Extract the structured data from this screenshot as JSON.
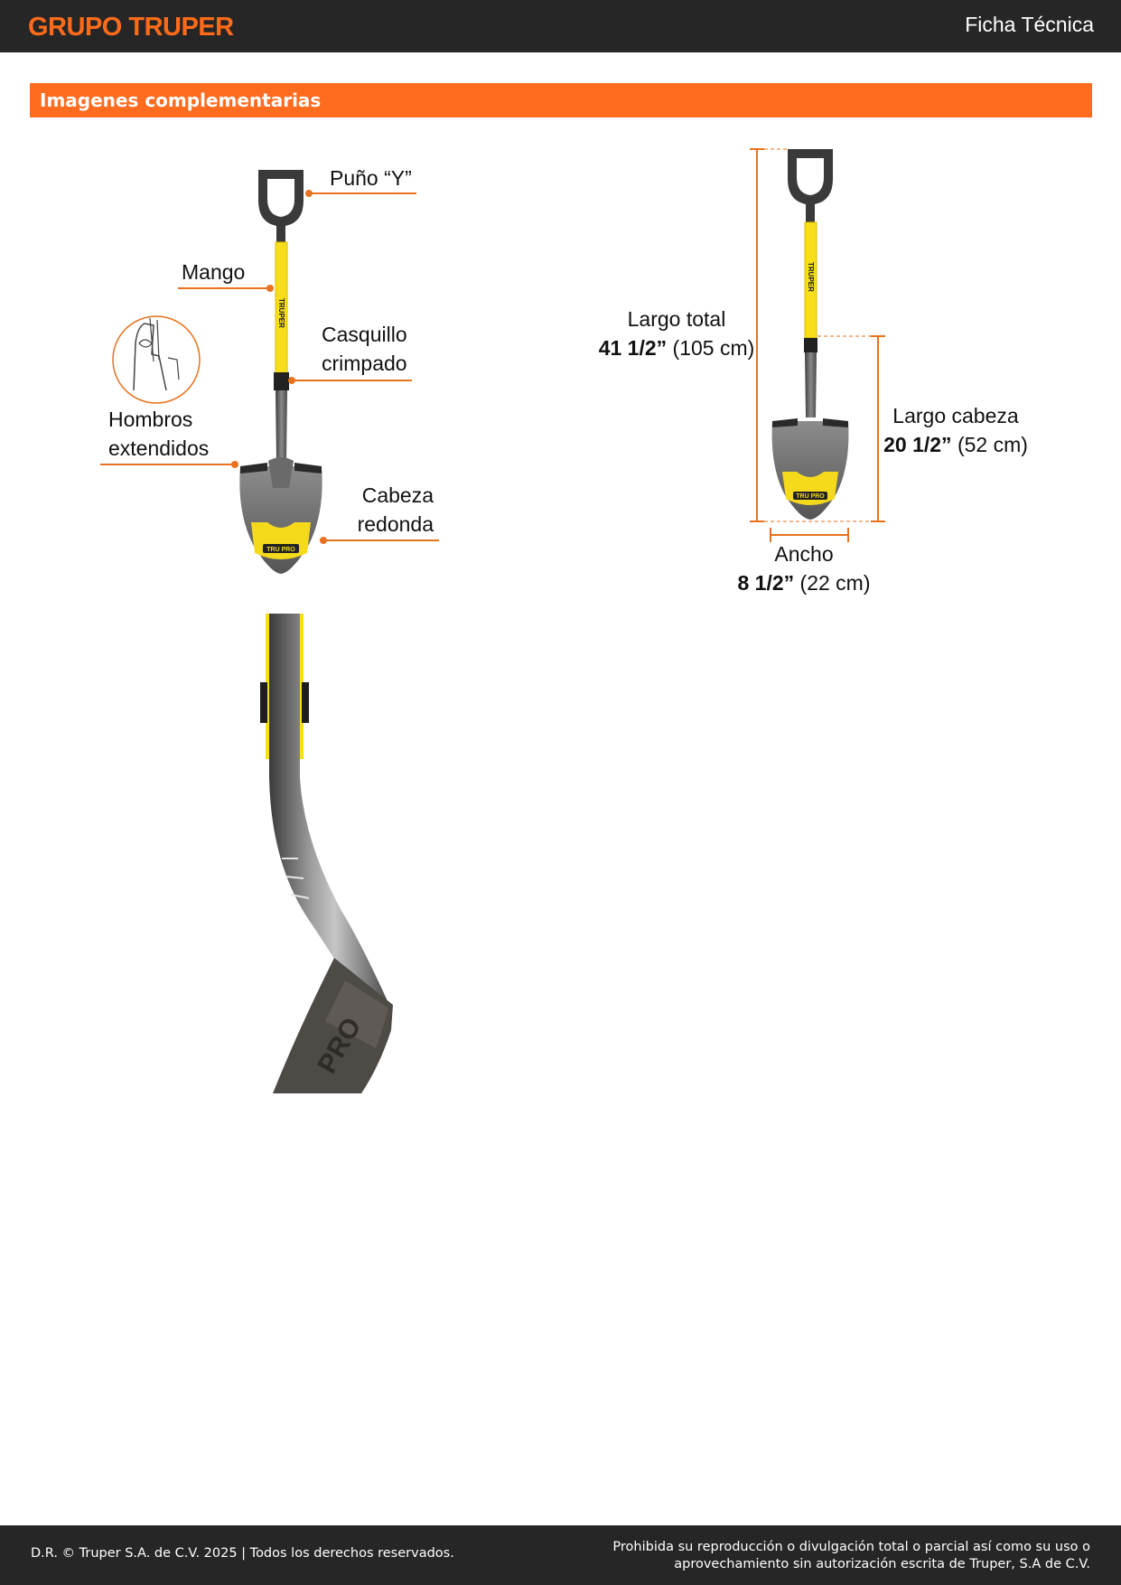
{
  "header": {
    "brand": "GRUPO TRUPER",
    "sheet_title": "Ficha Técnica"
  },
  "section": {
    "title": "Imagenes complementarias"
  },
  "parts": {
    "grip": "Puño “Y”",
    "handle": "Mango",
    "ferrule_line1": "Casquillo",
    "ferrule_line2": "crimpado",
    "shoulders_line1": "Hombros",
    "shoulders_line2": "extendidos",
    "head_line1": "Cabeza",
    "head_line2": "redonda"
  },
  "dimensions": {
    "total_label": "Largo total",
    "total_in": "41 1/2”",
    "total_cm": "(105 cm)",
    "head_label": "Largo cabeza",
    "head_in": "20 1/2”",
    "head_cm": "(52 cm)",
    "width_label": "Ancho",
    "width_in": "8 1/2”",
    "width_cm": "(22 cm)"
  },
  "product": {
    "handle_brand": "TRUPER",
    "head_brand": "TRU PRO"
  },
  "colors": {
    "accent": "#ff6b1f",
    "dark": "#262626",
    "handle": "#f7dd1a",
    "steel": "#5d5d5d"
  },
  "footer": {
    "left": "D.R. © Truper S.A. de C.V. 2025 | Todos los derechos reservados.",
    "right_line1": "Prohibida su reproducción o divulgación total o parcial así como su uso o",
    "right_line2": "aprovechamiento sin autorización escrita de Truper, S.A de C.V."
  }
}
